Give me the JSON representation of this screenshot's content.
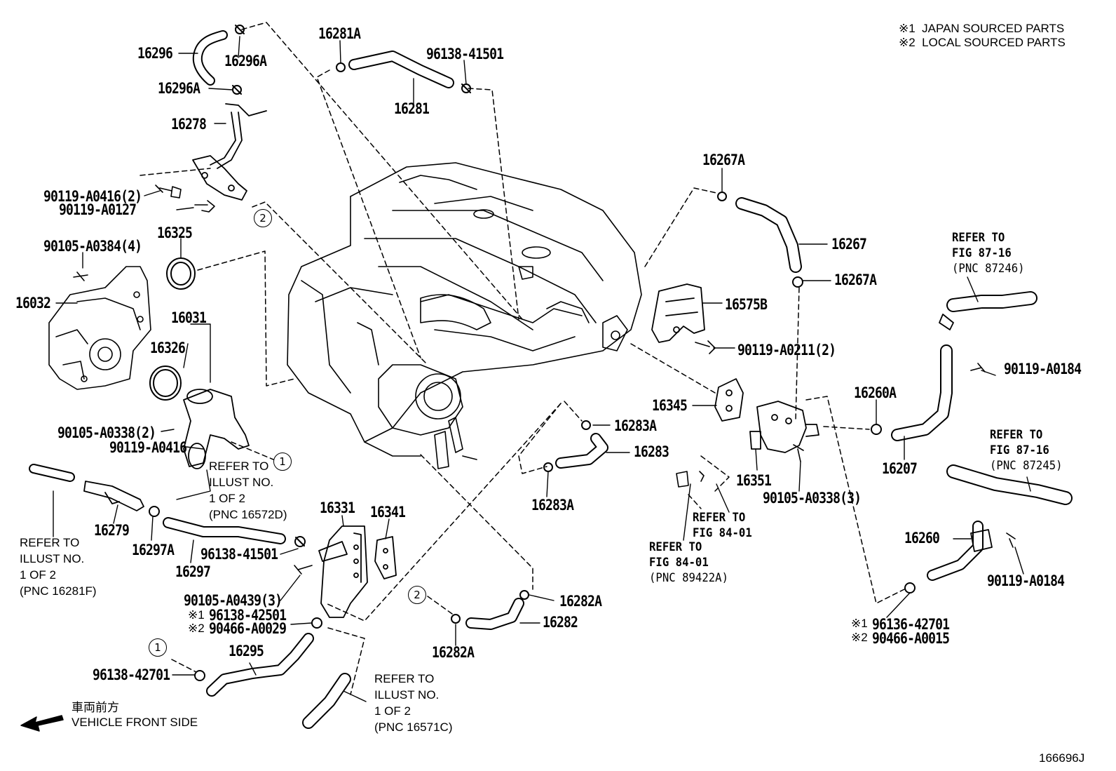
{
  "notes": [
    {
      "mark": "※1",
      "text": "JAPAN SOURCED PARTS"
    },
    {
      "mark": "※2",
      "text": "LOCAL SOURCED PARTS"
    }
  ],
  "figure_id": "166696J",
  "front_side": {
    "jp": "車両前方",
    "en": "VEHICLE FRONT SIDE"
  },
  "callouts": {
    "one": "1",
    "two": "2"
  },
  "parts": {
    "p16296": "16296",
    "p16296A_top": "16296A",
    "p16296A_mid": "16296A",
    "p16278": "16278",
    "p90119_A0416_2": "90119-A0416(2)",
    "p90119_A0127": "90119-A0127",
    "p16325": "16325",
    "p90105_A0384_4": "90105-A0384(4)",
    "p16032": "16032",
    "p16031": "16031",
    "p16326": "16326",
    "p90105_A0338_2": "90105-A0338(2)",
    "p90119_A0416": "90119-A0416",
    "p16279": "16279",
    "p16297A": "16297A",
    "p16297": "16297",
    "p96138_41501_a": "96138-41501",
    "p16331": "16331",
    "p16341": "16341",
    "p90105_A0439_3": "90105-A0439(3)",
    "p96138_42501": "96138-42501",
    "p90466_A0029": "90466-A0029",
    "p16295": "16295",
    "p96138_42701": "96138-42701",
    "p16281A": "16281A",
    "p96138_41501_b": "96138-41501",
    "p16281": "16281",
    "p16267A_top": "16267A",
    "p16267": "16267",
    "p16267A_bot": "16267A",
    "p16575B": "16575B",
    "p90119_A0211_2": "90119-A0211(2)",
    "p16345": "16345",
    "p16283A_top": "16283A",
    "p16283": "16283",
    "p16283A_bot": "16283A",
    "p16351": "16351",
    "p90105_A0338_3": "90105-A0338(3)",
    "p16260A": "16260A",
    "p16207": "16207",
    "p90119_A0184_a": "90119-A0184",
    "p16260": "16260",
    "p90119_A0184_b": "90119-A0184",
    "p96136_42701": "96136-42701",
    "p90466_A0015": "90466-A0015",
    "p16282A_top": "16282A",
    "p16282": "16282",
    "p16282A_bot": "16282A"
  },
  "source_marks": {
    "m1": "※1",
    "m2": "※2"
  },
  "refs": {
    "r_illust_16572D": [
      "REFER TO",
      "ILLUST NO.",
      "1 OF 2",
      "(PNC 16572D)"
    ],
    "r_illust_16281F": [
      "REFER TO",
      "ILLUST NO.",
      "1 OF 2",
      "(PNC 16281F)"
    ],
    "r_illust_16571C": [
      "REFER TO",
      "ILLUST NO.",
      "1 OF 2",
      "(PNC 16571C)"
    ],
    "r_fig_87246": [
      "REFER TO",
      "FIG 87-16",
      "(PNC 87246)"
    ],
    "r_fig_87245": [
      "REFER TO",
      "FIG 87-16",
      "(PNC 87245)"
    ],
    "r_fig_8401_a": [
      "REFER TO",
      "FIG 84-01"
    ],
    "r_fig_8401_b": [
      "REFER TO",
      "FIG 84-01",
      "(PNC 89422A)"
    ]
  }
}
